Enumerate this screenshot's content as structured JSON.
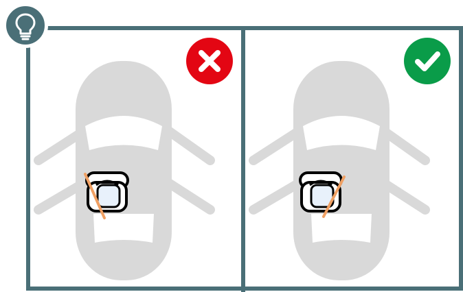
{
  "colors": {
    "frame": "#4a6f77",
    "car": "#d9d9d9",
    "wrong": "#e30613",
    "correct": "#0a9c49",
    "belt": "#f0a063"
  },
  "icons": {
    "hint": "lightbulb-icon",
    "wrong": "cross-icon",
    "correct": "check-icon"
  },
  "panels": [
    {
      "id": "incorrect",
      "status": "wrong",
      "belt_side": "left-shoulder"
    },
    {
      "id": "correct",
      "status": "correct",
      "belt_side": "right-shoulder"
    }
  ]
}
